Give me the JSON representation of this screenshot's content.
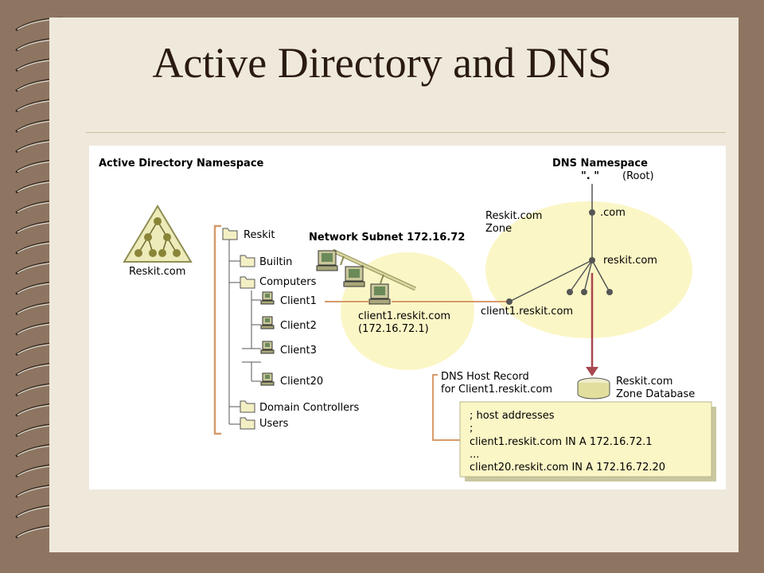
{
  "slide": {
    "title": "Active Directory and DNS"
  },
  "diagram": {
    "ad_namespace_label": "Active Directory Namespace",
    "dns_namespace_label": "DNS Namespace",
    "root_label": "\". \"",
    "root_suffix": "(Root)",
    "domain_icon_label": "Reskit.com",
    "tree": {
      "root": "Reskit",
      "builtin": "Builtin",
      "computers": "Computers",
      "clients": [
        "Client1",
        "Client2",
        "Client3",
        "Client20"
      ],
      "domain_controllers": "Domain Controllers",
      "users": "Users"
    },
    "network_subnet_label": "Network Subnet 172.16.72",
    "client_host_line1": "client1.reskit.com",
    "client_host_line2": "(172.16.72.1)",
    "zone_label_line1": "Reskit.com",
    "zone_label_line2": "Zone",
    "dns_com": ".com",
    "dns_reskit": "reskit.com",
    "dns_client1": "client1.reskit.com",
    "host_record_line1": "DNS Host Record",
    "host_record_line2": "for Client1.reskit.com",
    "zone_db_line1": "Reskit.com",
    "zone_db_line2": "Zone Database",
    "zone_file": [
      "; host addresses",
      ";",
      "client1.reskit.com IN A 172.16.72.1",
      "...",
      "client20.reskit.com IN A 172.16.72.20"
    ]
  },
  "colors": {
    "background": "#8e7562",
    "slide": "#efe9dc",
    "highlight": "#fbf6c6",
    "connector": "#d79b6b",
    "arrow": "#a8474f"
  }
}
